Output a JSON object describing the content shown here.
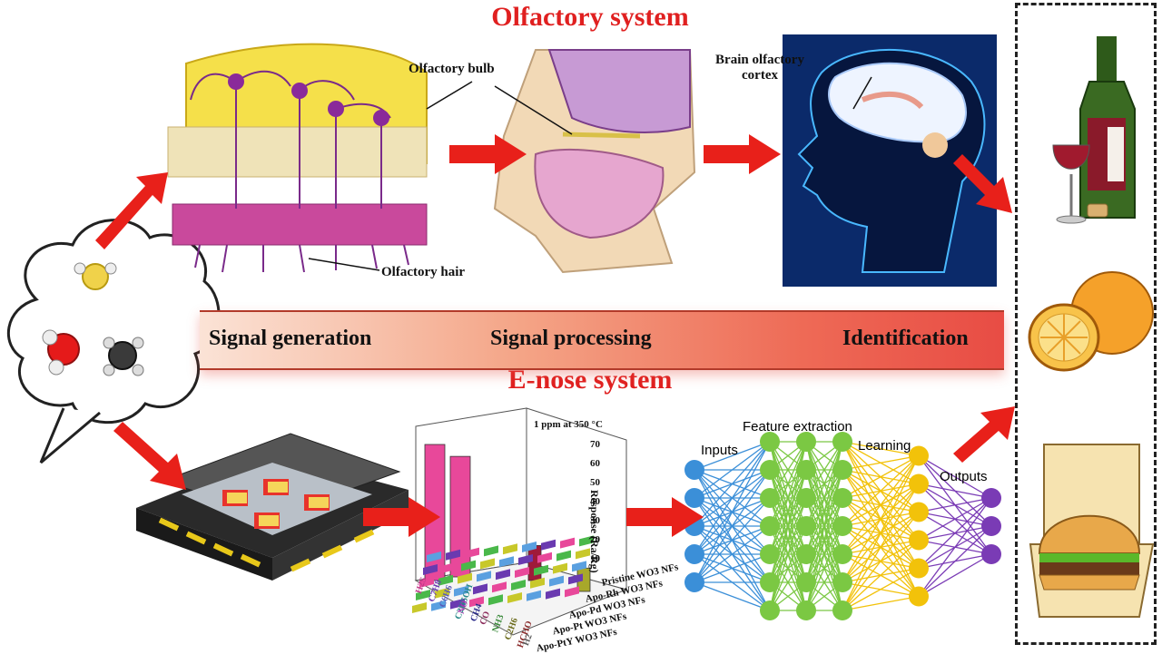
{
  "titles": {
    "olfactory": "Olfactory system",
    "enose": "E-nose system"
  },
  "band": {
    "signal_generation": "Signal generation",
    "signal_processing": "Signal processing",
    "identification": "Identification"
  },
  "labels": {
    "olfactory_bulb": "Olfactory bulb",
    "olfactory_hair": "Olfactory hair",
    "brain_cortex_line1": "Brain olfactory",
    "brain_cortex_line2": "cortex"
  },
  "neural_net": {
    "inputs": "Inputs",
    "feature_extraction": "Feature extraction",
    "learning": "Learning",
    "outputs": "Outputs",
    "colors": {
      "inputs": "#3b8fd8",
      "feature": "#7bc843",
      "learning": "#f2c20a",
      "outputs": "#7a3bb5"
    }
  },
  "chart_data": {
    "type": "bar",
    "annotation": "1 ppm at 350 °C",
    "zlabel": "Response (Ra/Rg)",
    "z_ticks": [
      "10",
      "20",
      "30",
      "40",
      "50",
      "60",
      "70"
    ],
    "series_labels": [
      "Pristine WO3 NFs",
      "Apo-Rh WO3 NFs",
      "Apo-Pd WO3 NFs",
      "Apo-Pt WO3 NFs",
      "Apo-PtY WO3 NFs"
    ],
    "gas_labels": [
      "H2S",
      "C7H8",
      "C6H6",
      "C2H5OH",
      "NO",
      "CH4",
      "CO",
      "NH3",
      "C2H6",
      "HCHO",
      "H2"
    ],
    "highlight_values": [
      70,
      62,
      18,
      12
    ]
  },
  "colors": {
    "title_red": "#e02020",
    "arrow_red": "#e8201a"
  }
}
